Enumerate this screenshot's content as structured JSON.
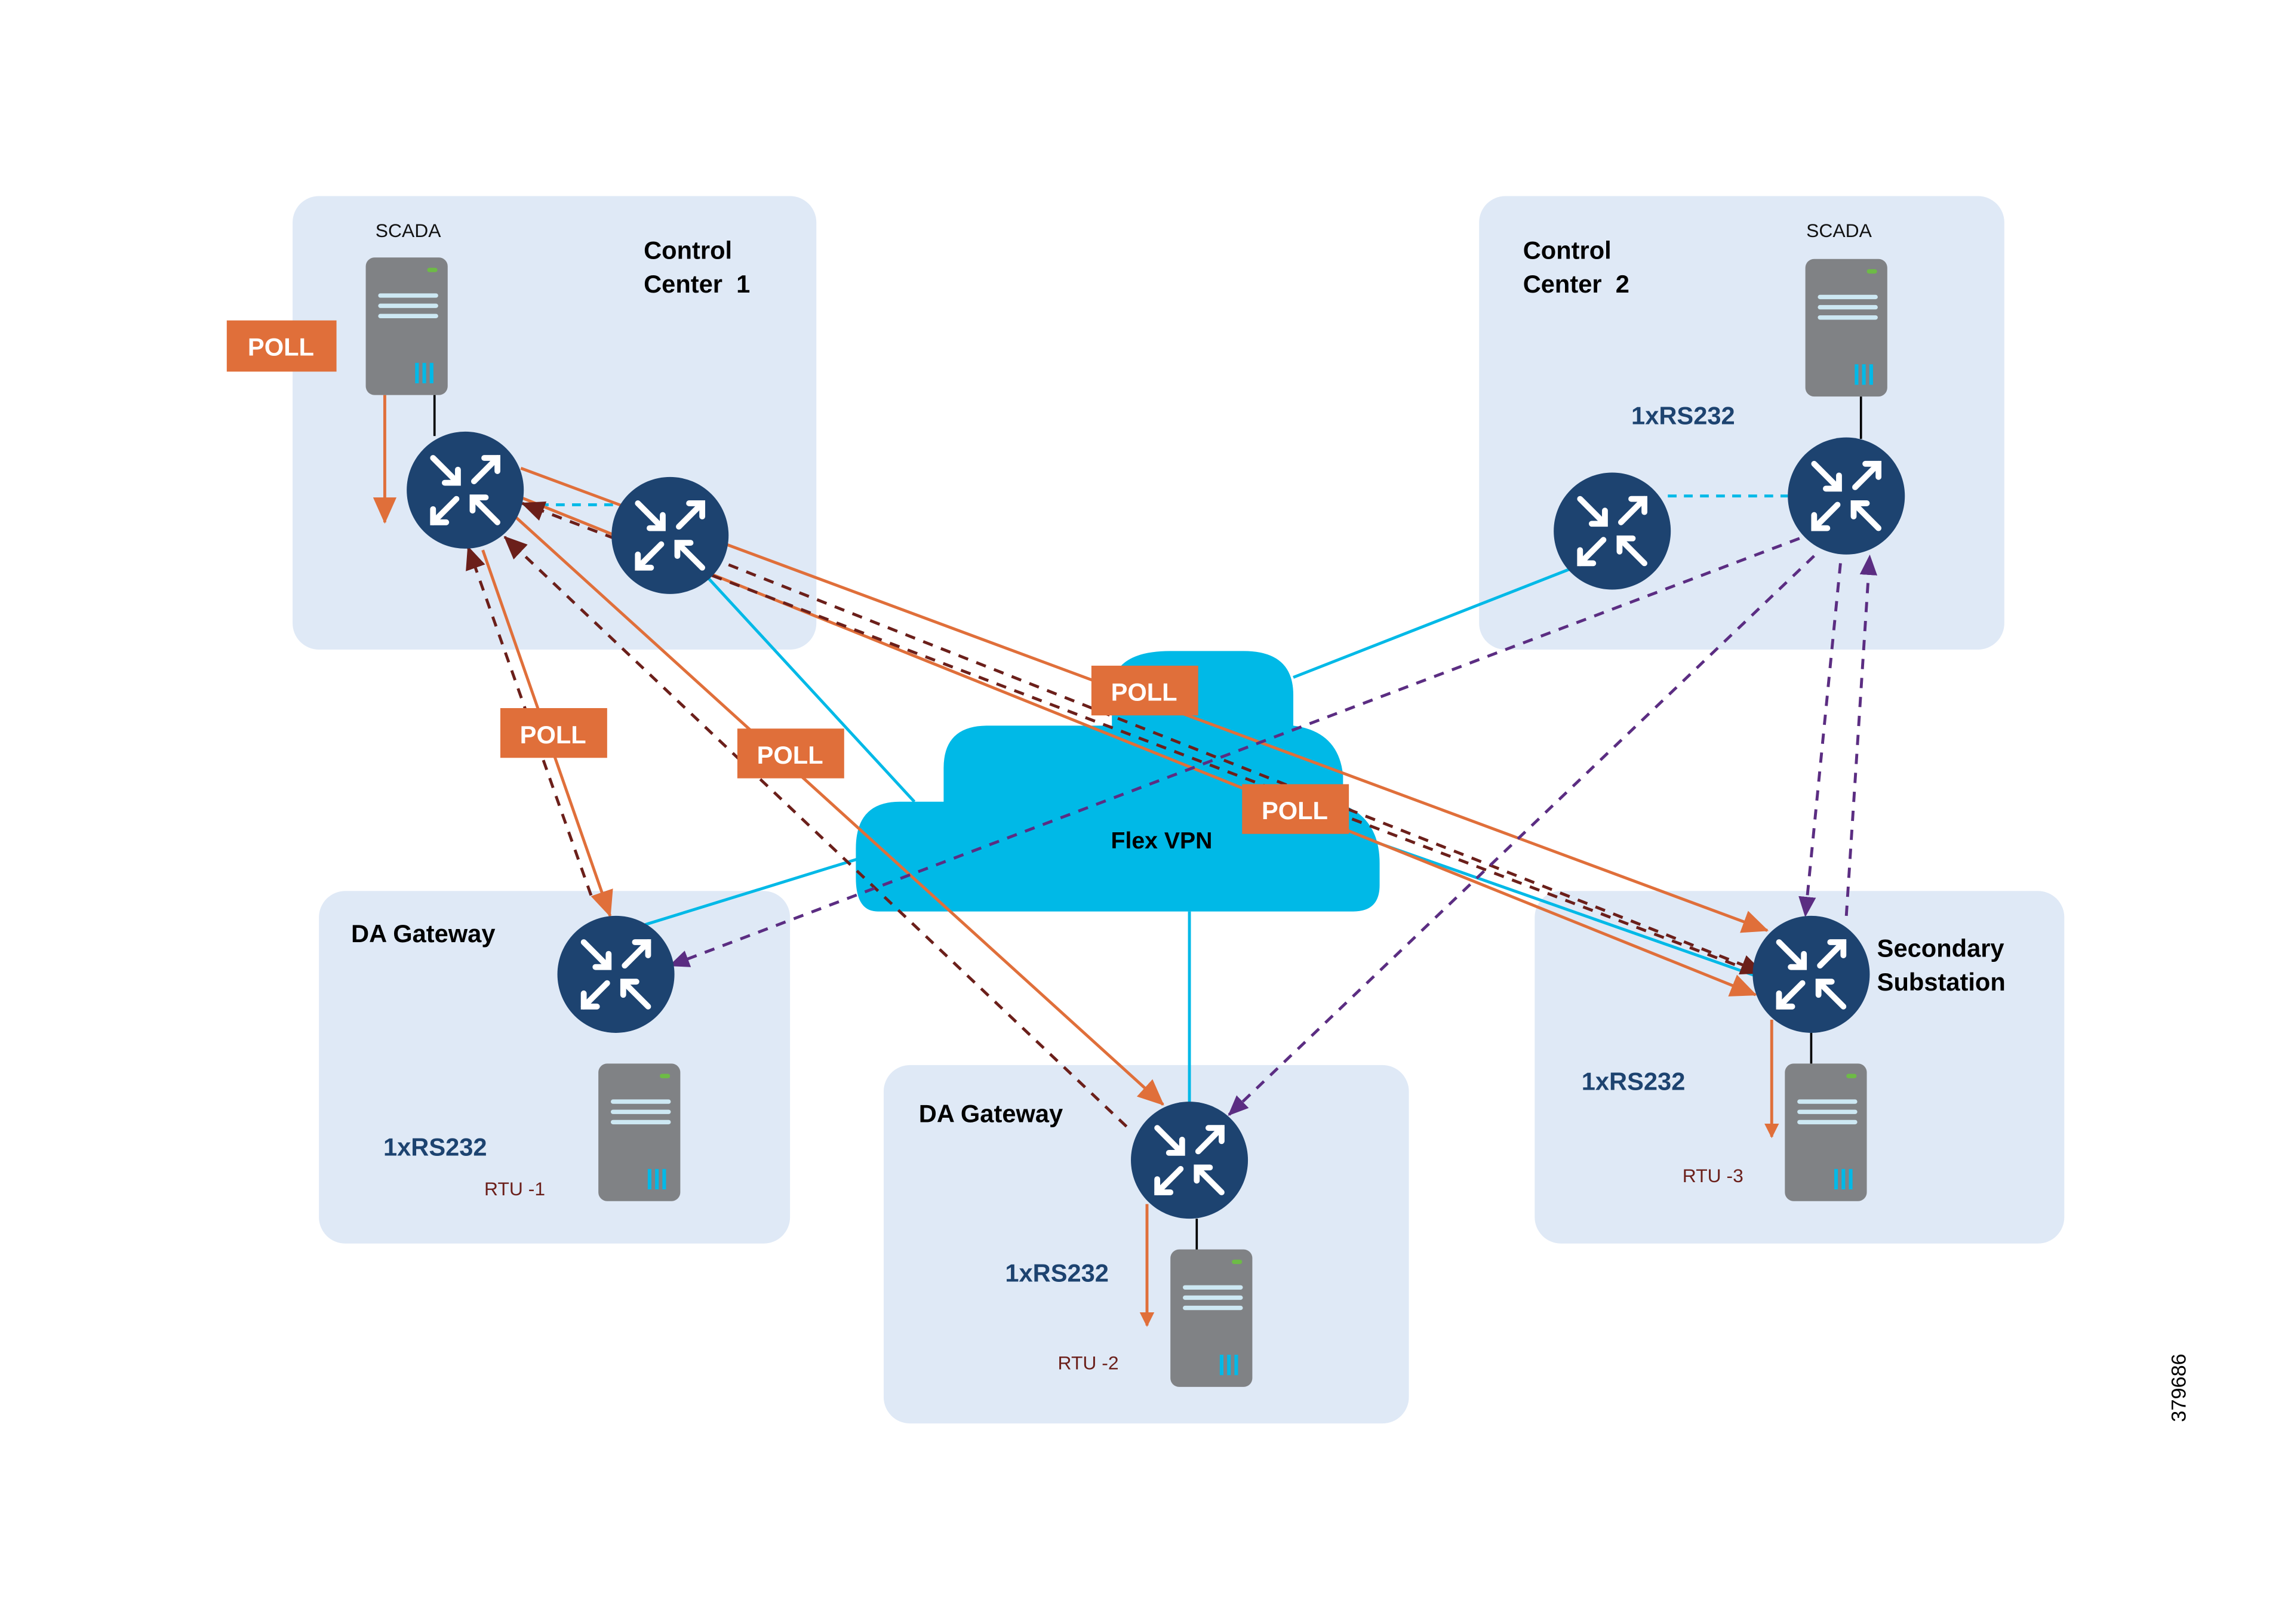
{
  "diagram": {
    "figure_id": "379686",
    "colors": {
      "panel_bg": "#dfe9f6",
      "router": "#1d4370",
      "server": "#808285",
      "cloud": "#00b9e7",
      "poll_box": "#e06f3a",
      "poll_line": "#e06f3a",
      "response_dashed": "#6b1f1a",
      "secondary_dashed": "#5b2d82",
      "tunnel": "#00b9e7",
      "serial_link": "#000000"
    },
    "cloud": {
      "label": "Flex VPN",
      "icon": "cloud-icon"
    },
    "panels": {
      "cc1": {
        "title_line1": "Control",
        "title_line2": "Center  1",
        "server_label": "SCADA"
      },
      "cc2": {
        "title_line1": "Control",
        "title_line2": "Center  2",
        "server_label": "SCADA",
        "interface_label": "1xRS232"
      },
      "da_left": {
        "title": "DA Gateway",
        "interface_label": "1xRS232",
        "rtu_label": "RTU -1"
      },
      "da_mid": {
        "title": "DA Gateway",
        "interface_label": "1xRS232",
        "rtu_label": "RTU -2"
      },
      "secondary": {
        "title_line1": "Secondary",
        "title_line2": "Substation",
        "interface_label": "1xRS232",
        "rtu_label": "RTU -3"
      }
    },
    "poll_labels": [
      "POLL",
      "POLL",
      "POLL",
      "POLL",
      "POLL"
    ],
    "icons": {
      "router": "router-icon",
      "server": "server-icon"
    }
  }
}
